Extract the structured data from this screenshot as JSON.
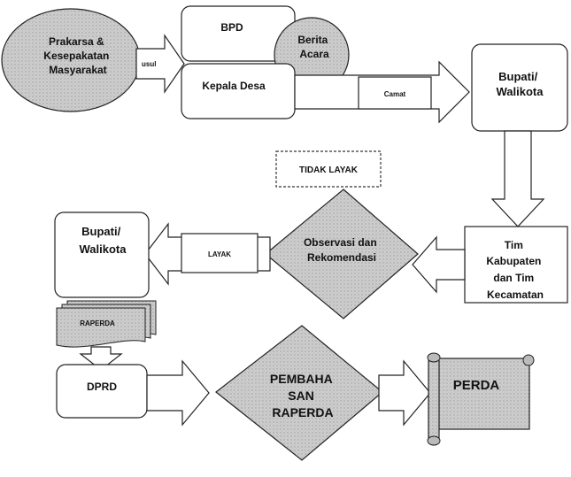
{
  "nodes": {
    "prakarsa": [
      "Prakarsa &",
      "Kesepakatan",
      "Masyarakat"
    ],
    "bpd": "BPD",
    "berita_acara": [
      "Berita",
      "Acara"
    ],
    "kepala_desa": "Kepala Desa",
    "bupati_top": [
      "Bupati/",
      "Walikota"
    ],
    "tidak_layak": "TIDAK LAYAK",
    "observasi": [
      "Observasi dan",
      "Rekomendasi"
    ],
    "tim": [
      "Tim",
      "Kabupaten",
      "dan Tim",
      "Kecamatan"
    ],
    "bupati_left": [
      "Bupati/",
      "Walikota"
    ],
    "raperda": "RAPERDA",
    "dprd": "DPRD",
    "pembahasan": [
      "PEMBAHA",
      "SAN",
      "RAPERDA"
    ],
    "perda": "PERDA"
  },
  "arrows": {
    "usul": "usul",
    "camat": "Camat",
    "layak": "LAYAK"
  },
  "colors": {
    "shape_fill": "#c9c9c9",
    "stroke": "#222222",
    "background": "#ffffff"
  }
}
